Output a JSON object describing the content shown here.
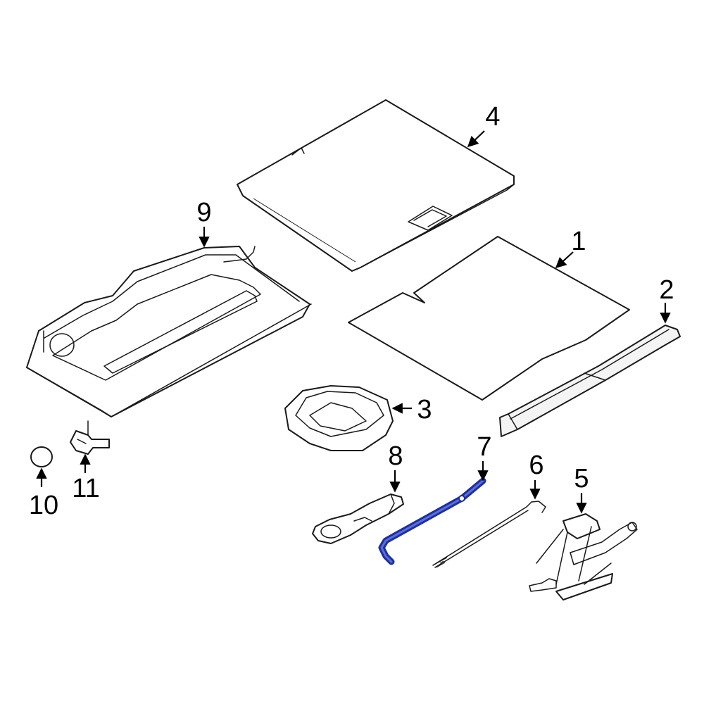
{
  "diagram": {
    "highlight_color": "#1f2f9c",
    "callouts": [
      {
        "id": "1",
        "label": "1",
        "part": "cargo-floor-mat"
      },
      {
        "id": "2",
        "label": "2",
        "part": "trunk-sill-trim"
      },
      {
        "id": "3",
        "label": "3",
        "part": "tool-tray"
      },
      {
        "id": "4",
        "label": "4",
        "part": "luggage-floor-board"
      },
      {
        "id": "5",
        "label": "5",
        "part": "scissor-jack"
      },
      {
        "id": "6",
        "label": "6",
        "part": "jack-handle-rod"
      },
      {
        "id": "7",
        "label": "7",
        "part": "lug-wrench",
        "highlighted": true
      },
      {
        "id": "8",
        "label": "8",
        "part": "tow-hook"
      },
      {
        "id": "9",
        "label": "9",
        "part": "package-tray"
      },
      {
        "id": "10",
        "label": "10",
        "part": "cap"
      },
      {
        "id": "11",
        "label": "11",
        "part": "clip"
      }
    ]
  }
}
